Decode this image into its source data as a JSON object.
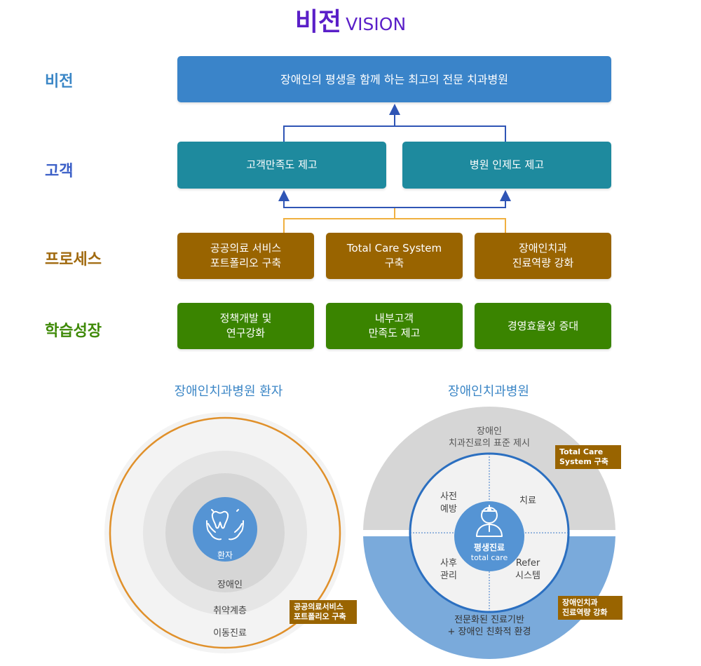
{
  "title": {
    "ko": "비전",
    "en": "VISION"
  },
  "rows": {
    "vision": {
      "label": "비전",
      "color": "#3a86c6"
    },
    "customer": {
      "label": "고객",
      "color": "#3b5fc7"
    },
    "process": {
      "label": "프로세스",
      "color": "#a0690e"
    },
    "learning": {
      "label": "학습성장",
      "color": "#3f8a08"
    }
  },
  "vision_box": "장애인의 평생을 함께 하는 최고의 전문 치과병원",
  "customer_boxes": [
    "고객만족도 제고",
    "병원 인제도 제고"
  ],
  "process_boxes": [
    "공공의료 서비스\n포트폴리오 구축",
    "Total Care System\n구축",
    "장애인치과\n진료역량 강화"
  ],
  "learning_boxes": [
    "정책개발 및\n연구강화",
    "내부고객\n만족도 제고",
    "경영효율성 증대"
  ],
  "left_diagram": {
    "title": "장애인치과병원 환자",
    "center": "환자",
    "rings": [
      "장애인",
      "취약계층",
      "이동진료"
    ],
    "tag": "공공의료서비스\n포트폴리오 구축",
    "icon": "hands-tooth-icon"
  },
  "right_diagram": {
    "title": "장애인치과병원",
    "top_text": [
      "장애인",
      "치과진료의 표준 제시"
    ],
    "bottom_text": [
      "전문화된 진료기반",
      "+ 장애인 친화적 환경"
    ],
    "center": [
      "평생진료",
      "total care"
    ],
    "quadrants": {
      "top_left": [
        "사전",
        "예방"
      ],
      "top_right": [
        "치료"
      ],
      "bottom_left": [
        "사후",
        "관리"
      ],
      "bottom_right": [
        "Refer",
        "시스템"
      ]
    },
    "tag_top": "Total Care\nSystem 구축",
    "tag_bottom": "장애인치과\n진료역량 강화",
    "icon": "doctor-icon"
  },
  "colors": {
    "line_blue": "#2f55b5",
    "line_orange": "#f0b040",
    "ring_orange": "#e0902a"
  }
}
